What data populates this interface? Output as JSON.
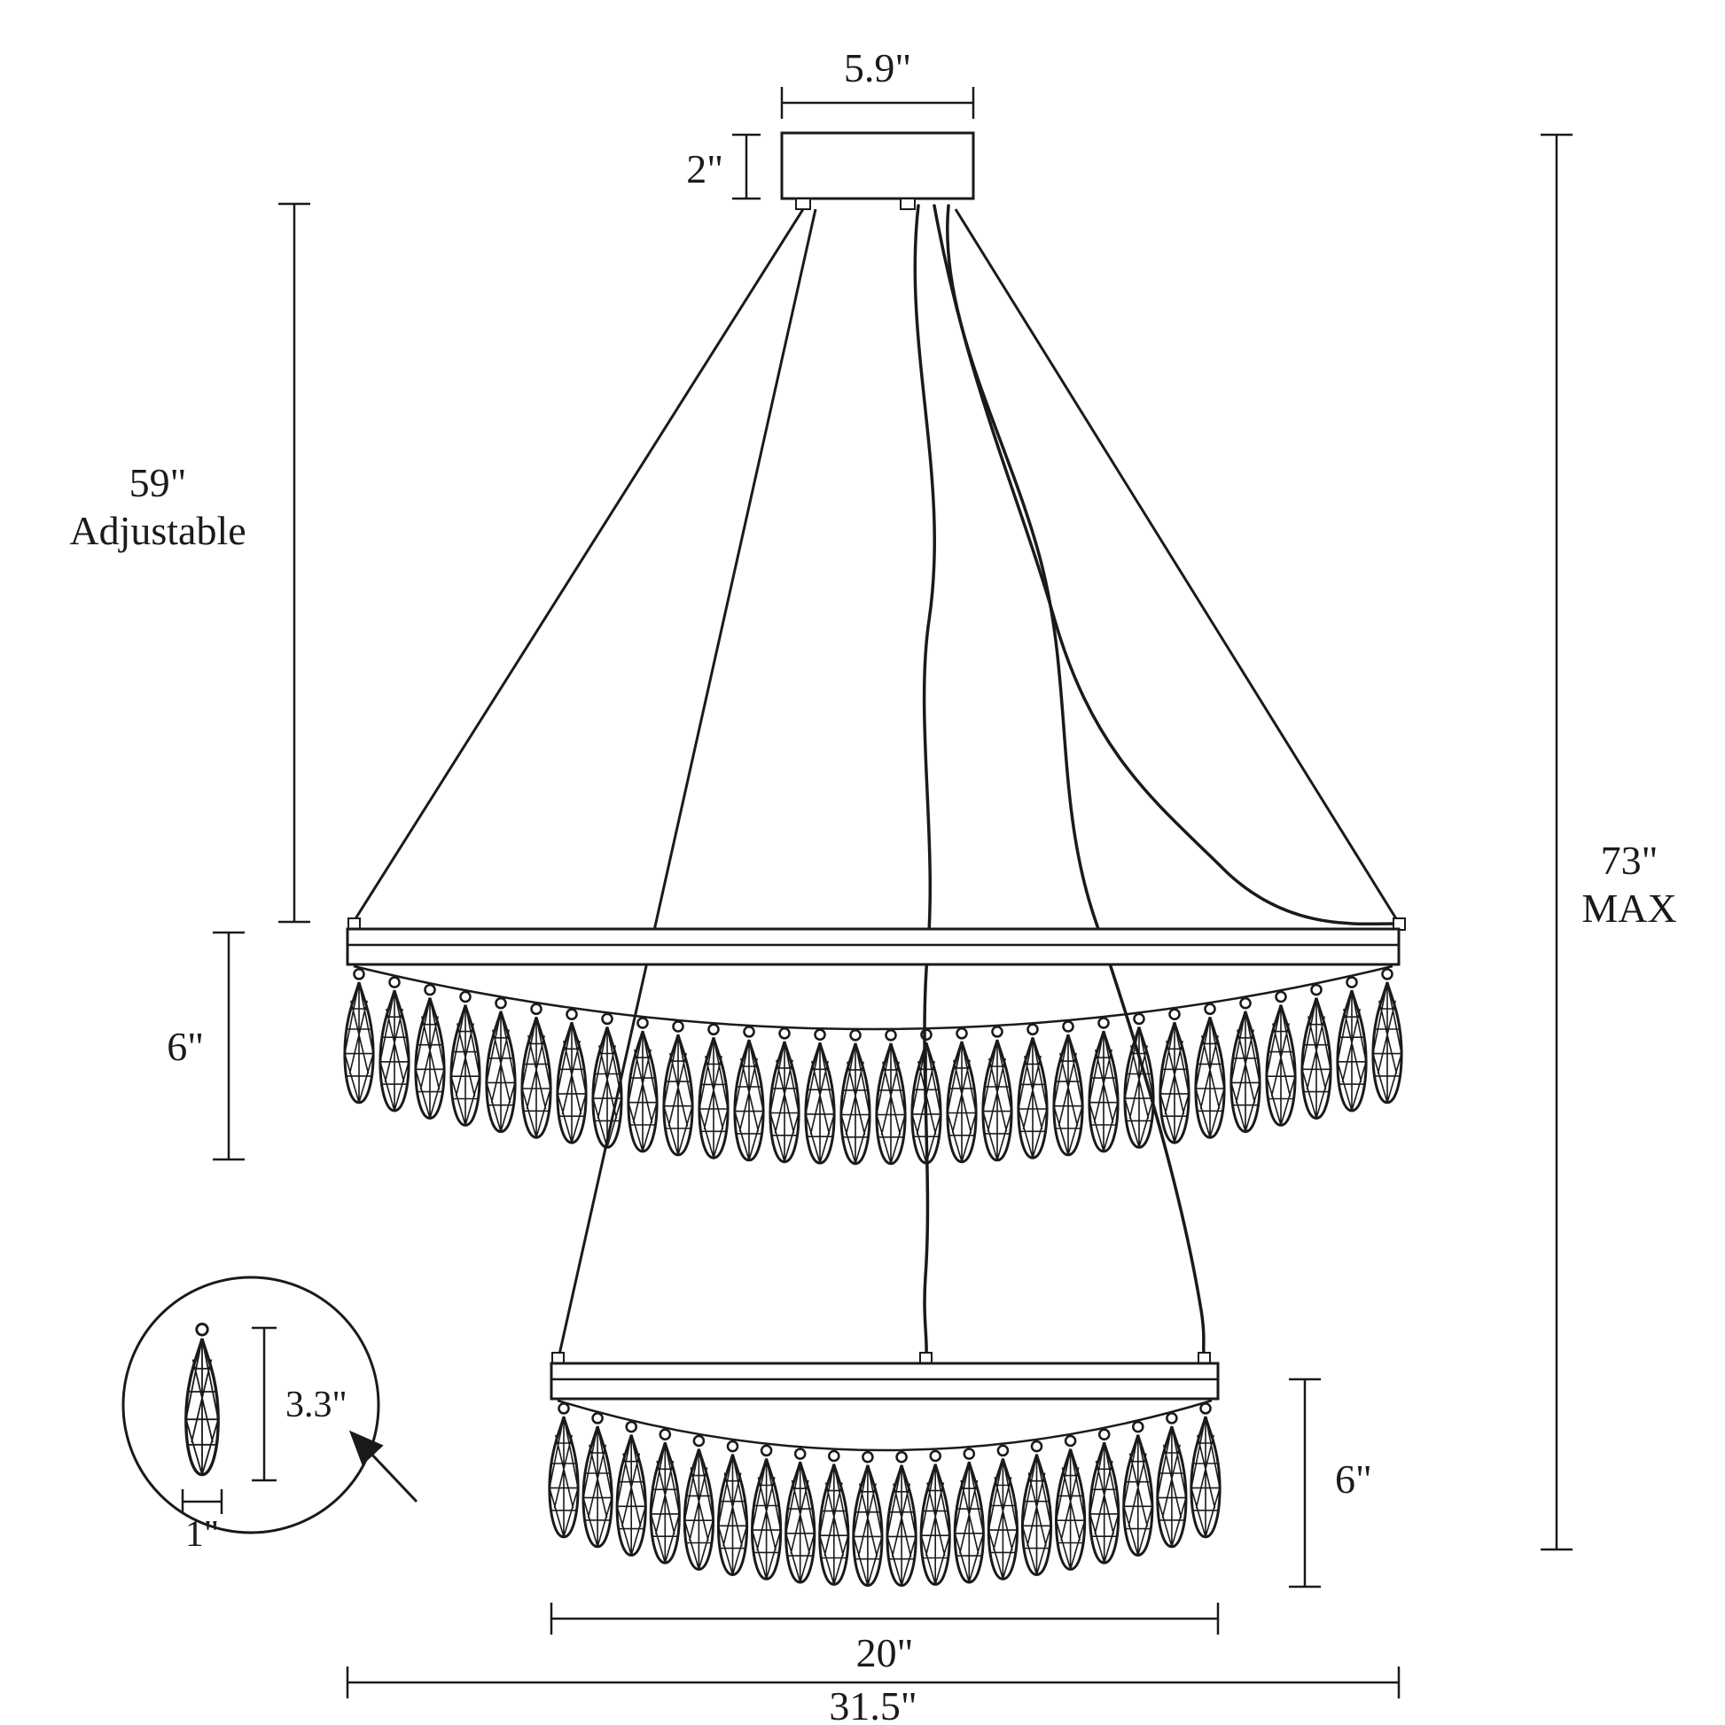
{
  "labels": {
    "canopy_width": "5.9\"",
    "canopy_height": "2\"",
    "hanging_length": "59\"",
    "hanging_note": "Adjustable",
    "max_height": "73\"",
    "max_note": "MAX",
    "tier1_fringe": "6\"",
    "tier2_fringe": "6\"",
    "crystal_height": "3.3\"",
    "crystal_width": "1\"",
    "tier2_width": "20\"",
    "tier1_width": "31.5\""
  },
  "figure": {
    "type": "dimension-diagram",
    "subject": "two-tier crystal teardrop chandelier",
    "colors": {
      "line": "#1a1a1a",
      "background": "#ffffff"
    },
    "tiers": [
      {
        "name": "top",
        "crystal_count": 30
      },
      {
        "name": "bottom",
        "crystal_count": 20
      }
    ],
    "detail_crystal": {
      "shown": true
    }
  }
}
